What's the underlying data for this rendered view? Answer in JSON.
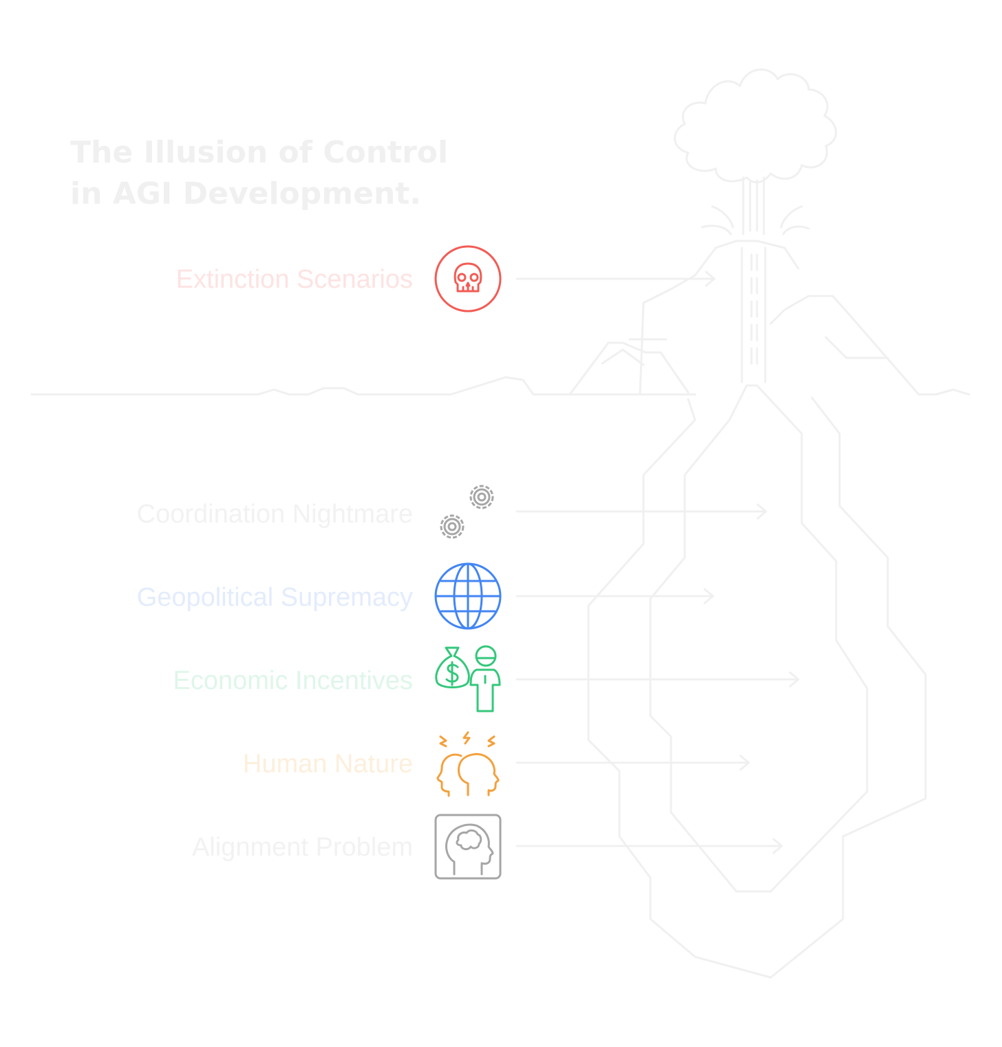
{
  "title": "The Illusion of Control in AGI Development.",
  "items": [
    {
      "label": "Extinction Scenarios",
      "icon": "skull-icon",
      "color": "#f25c54",
      "label_color": "#fde3e2"
    },
    {
      "label": "Coordination Nightmare",
      "icon": "gears-icon",
      "color": "#a6a6a6",
      "label_color": "#f2f2f2"
    },
    {
      "label": "Geopolitical Supremacy",
      "icon": "globe-icon",
      "color": "#4285f4",
      "label_color": "#e3ecfd"
    },
    {
      "label": "Economic Incentives",
      "icon": "money-person-icon",
      "color": "#34c77b",
      "label_color": "#dff6ea"
    },
    {
      "label": "Human Nature",
      "icon": "stressed-heads-icon",
      "color": "#f4a03c",
      "label_color": "#fdefdc"
    },
    {
      "label": "Alignment Problem",
      "icon": "brain-head-icon",
      "color": "#a6a6a6",
      "label_color": "#f2f2f2"
    }
  ]
}
